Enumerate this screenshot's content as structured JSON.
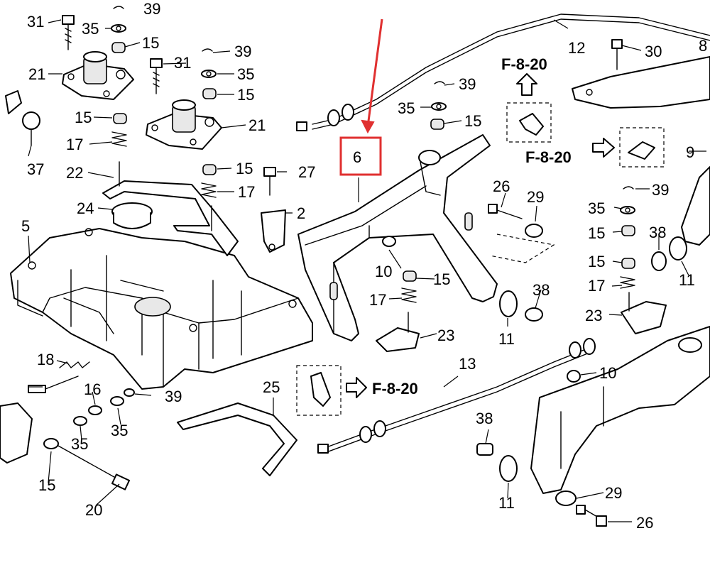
{
  "colors": {
    "highlight": "#e03030",
    "line": "#000000",
    "background": "#ffffff"
  },
  "callouts": {
    "c39a": "39",
    "c31a": "31",
    "c35a": "35",
    "c15a": "15",
    "c21a": "21",
    "c39b": "39",
    "c31b": "31",
    "c35b": "35",
    "c15b": "15",
    "c21b": "21",
    "c15c": "15",
    "c17a": "17",
    "c22": "22",
    "c37": "37",
    "c15d": "15",
    "c17b": "17",
    "c27": "27",
    "c2": "2",
    "c24": "24",
    "c5": "5",
    "c12": "12",
    "c30": "30",
    "c8": "8",
    "c39c": "39",
    "c35c": "35",
    "c15e": "15",
    "c6": "6",
    "c10a": "10",
    "c15f": "15",
    "c17c": "17",
    "c23a": "23",
    "c26a": "26",
    "c29a": "29",
    "c11a": "11",
    "c38a": "38",
    "c9": "9",
    "c39d": "39",
    "c35d": "35",
    "c15g": "15",
    "c38b": "38",
    "c15h": "15",
    "c11b": "11",
    "c17d": "17",
    "c23b": "23",
    "c10b": "10",
    "c13": "13",
    "c18": "18",
    "c16": "16",
    "c39e": "39",
    "c35e": "35",
    "c35f": "35",
    "c15i": "15",
    "c20": "20",
    "c25": "25",
    "c38c": "38",
    "c11c": "11",
    "c29b": "29",
    "c26b": "26"
  },
  "refs": {
    "r1": "F-8-20",
    "r2": "F-8-20",
    "r3": "F-8-20"
  },
  "highlight": {
    "part_number": "6"
  }
}
